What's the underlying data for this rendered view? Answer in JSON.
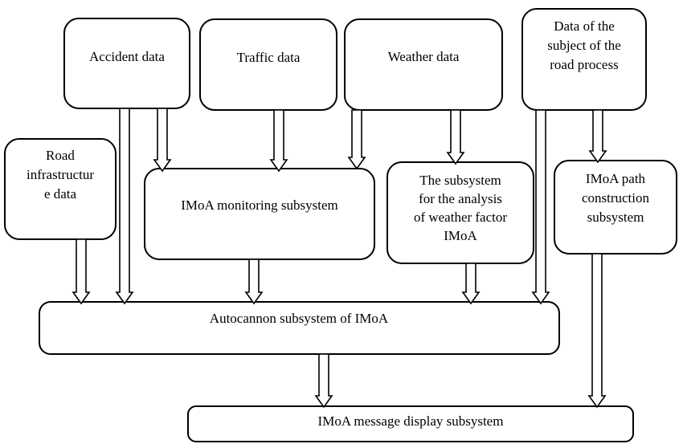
{
  "nodes": {
    "accident_data": {
      "label": "Accident data"
    },
    "traffic_data": {
      "label": "Traffic data"
    },
    "weather_data": {
      "label": "Weather data"
    },
    "road_subject_data": {
      "lines": [
        "Data of the",
        "subject of the",
        "road process"
      ]
    },
    "road_infrastructure_data": {
      "lines": [
        "Road",
        "infrastructur",
        "e data"
      ]
    },
    "monitoring_subsystem": {
      "label": "IMoA monitoring subsystem"
    },
    "weather_analysis_subsystem": {
      "lines": [
        "The subsystem",
        "for the analysis",
        "of weather factor",
        "IMoA"
      ]
    },
    "path_construction_subsystem": {
      "lines": [
        "IMoA path",
        "construction",
        "subsystem"
      ]
    },
    "autocannon_subsystem": {
      "label": "Autocannon subsystem of IMoA"
    },
    "message_display_subsystem": {
      "label": "IMoA message display subsystem"
    }
  },
  "edges": [
    {
      "from": "accident_data",
      "to": "autocannon_subsystem"
    },
    {
      "from": "accident_data",
      "to": "monitoring_subsystem"
    },
    {
      "from": "traffic_data",
      "to": "monitoring_subsystem"
    },
    {
      "from": "weather_data",
      "to": "monitoring_subsystem"
    },
    {
      "from": "weather_data",
      "to": "weather_analysis_subsystem"
    },
    {
      "from": "road_subject_data",
      "to": "autocannon_subsystem"
    },
    {
      "from": "road_subject_data",
      "to": "path_construction_subsystem"
    },
    {
      "from": "road_infrastructure_data",
      "to": "autocannon_subsystem"
    },
    {
      "from": "monitoring_subsystem",
      "to": "autocannon_subsystem"
    },
    {
      "from": "weather_analysis_subsystem",
      "to": "autocannon_subsystem"
    },
    {
      "from": "path_construction_subsystem",
      "to": "message_display_subsystem"
    },
    {
      "from": "autocannon_subsystem",
      "to": "message_display_subsystem"
    }
  ]
}
